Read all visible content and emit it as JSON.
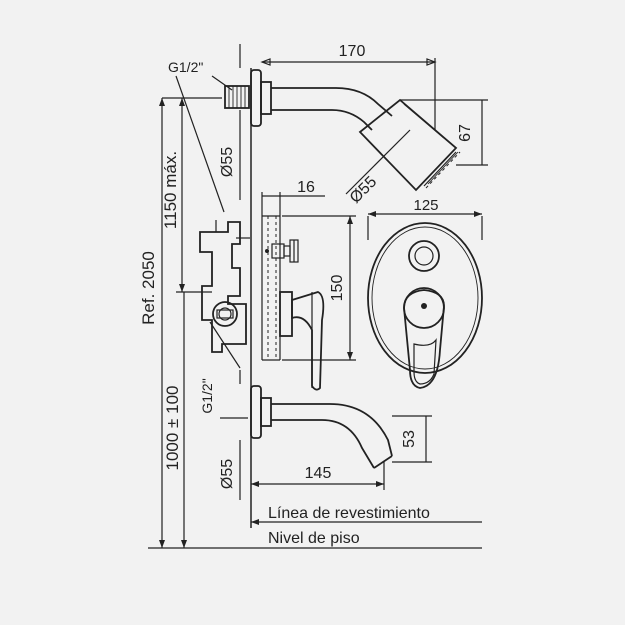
{
  "labels": {
    "dim_top_width": "170",
    "dim_head_height": "67",
    "thread_top": "G1/2\"",
    "dia_top": "Ø55",
    "dia_head": "Ø55",
    "dim_depth": "16",
    "dim_plate_width": "125",
    "dim_plate_height": "150",
    "dim_overall_height": "1150 máx.",
    "ref_height": "Ref. 2050",
    "thread_bottom": "G1/2\"",
    "dim_spout_height": "53",
    "dim_spout_length": "145",
    "dia_bottom": "Ø55",
    "dim_floor_height": "1000 ± 100",
    "legend_wall": "Línea de revestimiento",
    "legend_floor": "Nivel de piso"
  }
}
